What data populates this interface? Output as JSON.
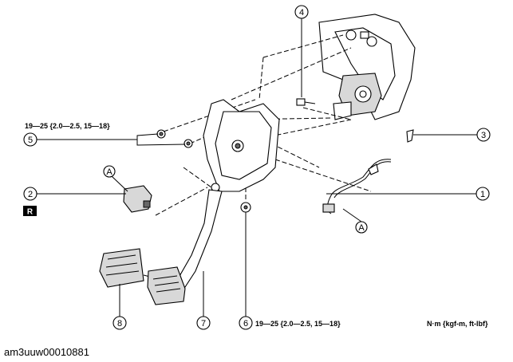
{
  "torque": {
    "upper": "19—25 {2.0—2.5, 15—18}",
    "lower": "19—25 {2.0—2.5, 15—18}",
    "units": "N·m {kgf-m, ft-lbf}"
  },
  "callouts": {
    "c1": "1",
    "c2": "2",
    "c3": "3",
    "c4": "4",
    "c5": "5",
    "c6": "6",
    "c7": "7",
    "c8": "8",
    "a_top": "A",
    "a_bottom": "A"
  },
  "r_marker": "R",
  "figure_id": "am3uuw00010881"
}
